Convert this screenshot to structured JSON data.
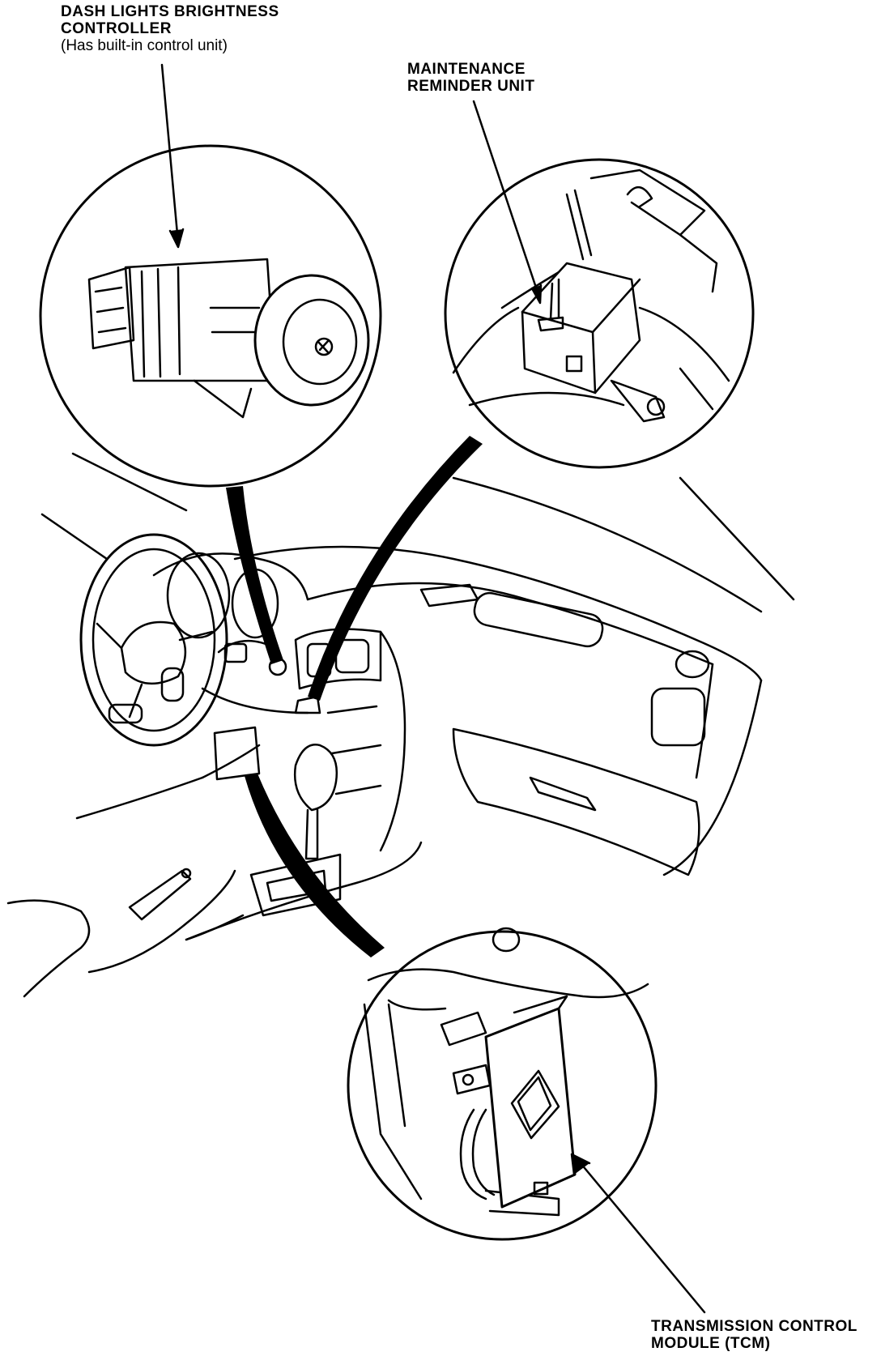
{
  "callouts": {
    "dash_lights": {
      "line1": "DASH LIGHTS BRIGHTNESS",
      "line2": "CONTROLLER",
      "note": "(Has built-in control unit)"
    },
    "maintenance_reminder": {
      "line1": "MAINTENANCE",
      "line2": "REMINDER UNIT"
    },
    "tcm": {
      "line1": "TRANSMISSION CONTROL",
      "line2": "MODULE (TCM)"
    }
  },
  "colors": {
    "ink": "#000000",
    "paper": "#ffffff"
  }
}
